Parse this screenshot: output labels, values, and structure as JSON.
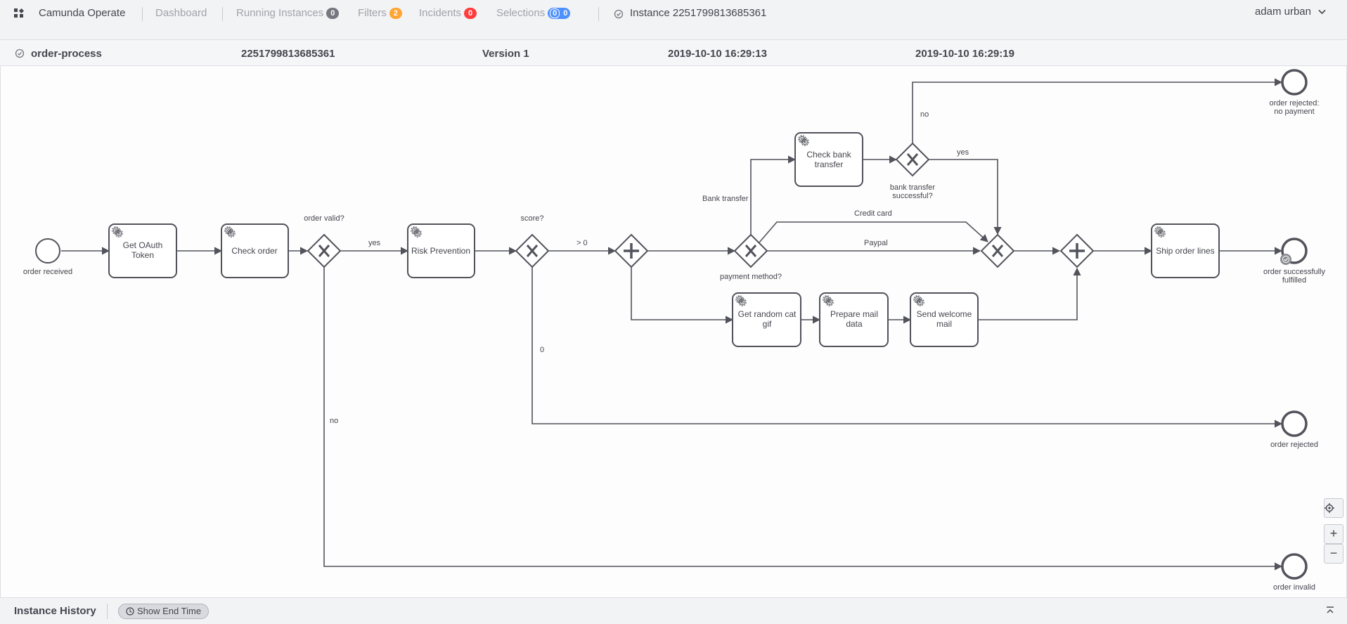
{
  "header": {
    "brand": "Camunda Operate",
    "nav": {
      "dashboard": "Dashboard",
      "running_instances": "Running Instances",
      "running_instances_count": "0",
      "filters": "Filters",
      "filters_count": "2",
      "incidents": "Incidents",
      "incidents_count": "0",
      "selections": "Selections",
      "selections_inner": "0",
      "selections_count": "0"
    },
    "instance_label": "Instance 2251799813685361",
    "user": "adam urban"
  },
  "instance": {
    "process": "order-process",
    "id": "2251799813685361",
    "version": "Version 1",
    "start": "2019-10-10 16:29:13",
    "end": "2019-10-10 16:29:19"
  },
  "diagram": {
    "events": {
      "start": "order received",
      "rejected_no_payment_1": "order rejected:",
      "rejected_no_payment_2": "no payment",
      "fulfilled_1": "order successfully",
      "fulfilled_2": "fulfilled",
      "rejected": "order rejected",
      "invalid": "order invalid"
    },
    "tasks": {
      "oauth_1": "Get OAuth",
      "oauth_2": "Token",
      "check_order": "Check order",
      "risk": "Risk Prevention",
      "bank_1": "Check bank",
      "bank_2": "transfer",
      "cat_1": "Get random cat",
      "cat_2": "gif",
      "mail_data_1": "Prepare mail",
      "mail_data_2": "data",
      "welcome_1": "Send welcome",
      "welcome_2": "mail",
      "ship": "Ship order lines"
    },
    "gateways": {
      "order_valid": "order valid?",
      "score": "score?",
      "payment_method": "payment method?",
      "bank_success_1": "bank transfer",
      "bank_success_2": "successful?"
    },
    "flows": {
      "yes_valid": "yes",
      "no_valid": "no",
      "score_gt0": "> 0",
      "score_0": "0",
      "bank_transfer": "Bank transfer",
      "credit_card": "Credit card",
      "paypal": "Paypal",
      "bank_yes": "yes",
      "bank_no": "no"
    }
  },
  "zoom": {
    "in": "+",
    "out": "−"
  },
  "footer": {
    "title": "Instance History",
    "show_end_time": "Show End Time"
  },
  "colors": {
    "accent_blue": "#4d90ff",
    "incident_red": "#ff3d3d",
    "filter_orange": "#ffa533",
    "stroke": "#52535b"
  }
}
